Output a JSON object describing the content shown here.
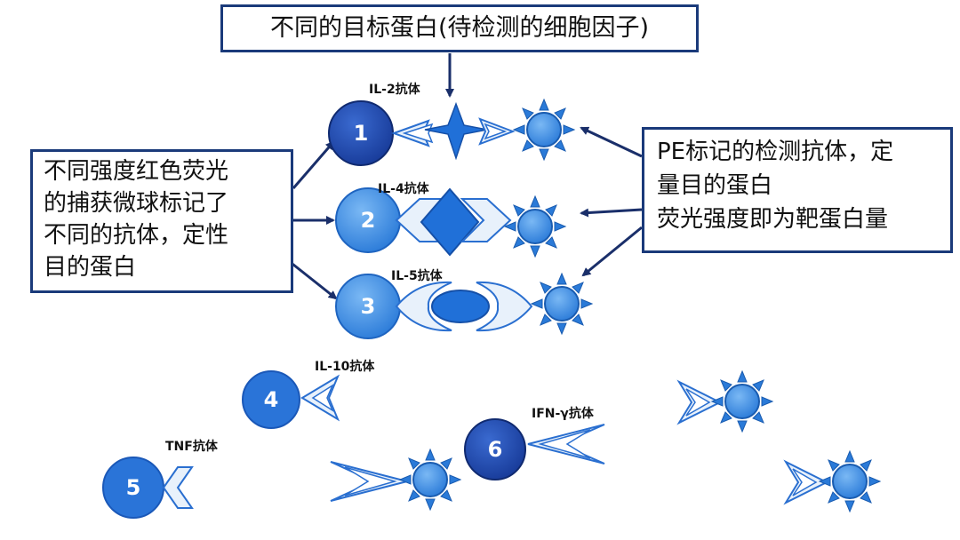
{
  "title_box": {
    "text": "不同的目标蛋白(待检测的细胞因子)"
  },
  "left_box": {
    "lines": [
      "不同强度红色荧光",
      "的捕获微球标记了",
      "不同的抗体，定性",
      "目的蛋白"
    ]
  },
  "right_box": {
    "lines": [
      "PE标记的检测抗体，定",
      "量目的蛋白",
      "荧光强度即为靶蛋白量"
    ]
  },
  "antibody_labels": {
    "il2": "IL-2抗体",
    "il4": "IL-4抗体",
    "il5": "IL-5抗体",
    "il10": "IL-10抗体",
    "tnf": "TNF抗体",
    "ifn": "IFN-γ抗体"
  },
  "beads": {
    "b1": "1",
    "b2": "2",
    "b3": "3",
    "b4": "4",
    "b5": "5",
    "b6": "6"
  },
  "colors": {
    "dark_bead": "#1f48b0",
    "light_bead": "#3f8fe6",
    "antibody_fill": "#e8f1fb",
    "antibody_stroke": "#2a6fd0",
    "protein": "#2070d8",
    "pe_star": "#3a8ee8",
    "arrow": "#1a2f6a",
    "box_border": "#1a3a7a"
  }
}
